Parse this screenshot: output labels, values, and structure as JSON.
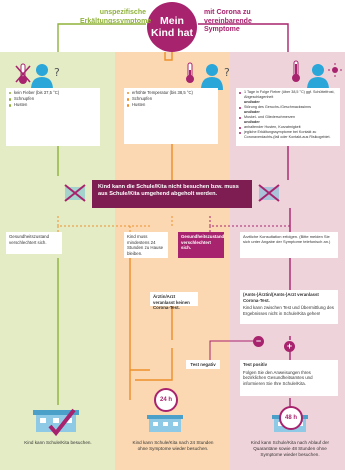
{
  "header": {
    "title": "Mein Kind hat",
    "left_label": "unspezifische Erkältungssymptome",
    "right_label": "mit Corona zu vereinbarende Symptome"
  },
  "symptoms": {
    "green": [
      "kein Fieber (bis 37,5 °C)",
      "Schnupfen",
      "Husten"
    ],
    "orange": [
      "erhöhte Temperatur (bis 38,5 °C)",
      "Schnupfen",
      "Husten"
    ],
    "pink": [
      {
        "text": "1 Tage in Folge Fieber (über 38,5 °C) ggf. Schüttelfrost, Abgeschlagenheit",
        "suffix": "und/oder"
      },
      {
        "text": "Störung des Geruchs-/Geschmackssinns",
        "suffix": "und/oder"
      },
      {
        "text": "Muskel- und Gliederschmerzen",
        "suffix": "und/oder"
      },
      {
        "text": "anhaltender Husten, Kurzatmigkeit",
        "suffix": ""
      },
      {
        "text": "jegliche Erkältungssymptome bei Kontakt zu Coronaverdachts-(fall oder Kontakt-aus Risikogebiet.",
        "suffix": ""
      }
    ]
  },
  "banner": {
    "text": "Kind kann die Schule/Kita nicht besuchen bzw. muss aus Schule/Kita umgehend abgeholt werden."
  },
  "boxes": {
    "gesund_green": "Gesundheitszustand verschlechtert sich.",
    "mind24": "Kind muss mindestens 24 Stunden zu Hause bleiben.",
    "gesund_orange": "Gesundheitszustand verschlechtert sich.",
    "arzt_kontakt": "Ärztliche Konsultation erfolgen. (Bitte melden Sie sich unter Angabe der Symptome telefonisch an.)",
    "arzt_kein_test": "Ärztin/Arzt veranlasst keinen Corona-Test.",
    "arzt_test_title": "(Amts-)Ärztin/(Amts-)Arzt veranlasst Corona-Test.",
    "arzt_test_note": "Kind kann zwischen Test und Übermittlung des Ergebnisses nicht in Schule/Kita gehen!",
    "test_negativ": "Test negativ",
    "test_positiv_title": "Test positiv",
    "test_positiv_text": "Folgen Sie den Anweisungen Ihres bezirklichen Gesundheitsamtes und informieren Sie Ihre Schule/Kita."
  },
  "outcomes": {
    "green": "Kind kann Schule/Kita besuchen.",
    "orange": "Kind kann Schule/Kita nach 24 Stunden ohne Symptome wieder besuchen.",
    "pink": "Kind kann Schule/Kita nach Ablauf der Quarantäne sowie 48 Stunden ohne Symptome wieder besuchen."
  },
  "clocks": {
    "orange": "24 h",
    "pink": "48 h"
  },
  "buttons": {
    "minus": "−",
    "plus": "+"
  },
  "colors": {
    "green": "#8fb23a",
    "orange": "#ec8f2a",
    "magenta": "#a8236e",
    "dark_magenta": "#7d1d52"
  },
  "icons": [
    "no-thermometer-icon",
    "thermometer-icon",
    "fever-thermometer-icon",
    "person-icon",
    "cross-mark-icon",
    "checkmark-icon",
    "school-building-icon",
    "clock-icon"
  ]
}
